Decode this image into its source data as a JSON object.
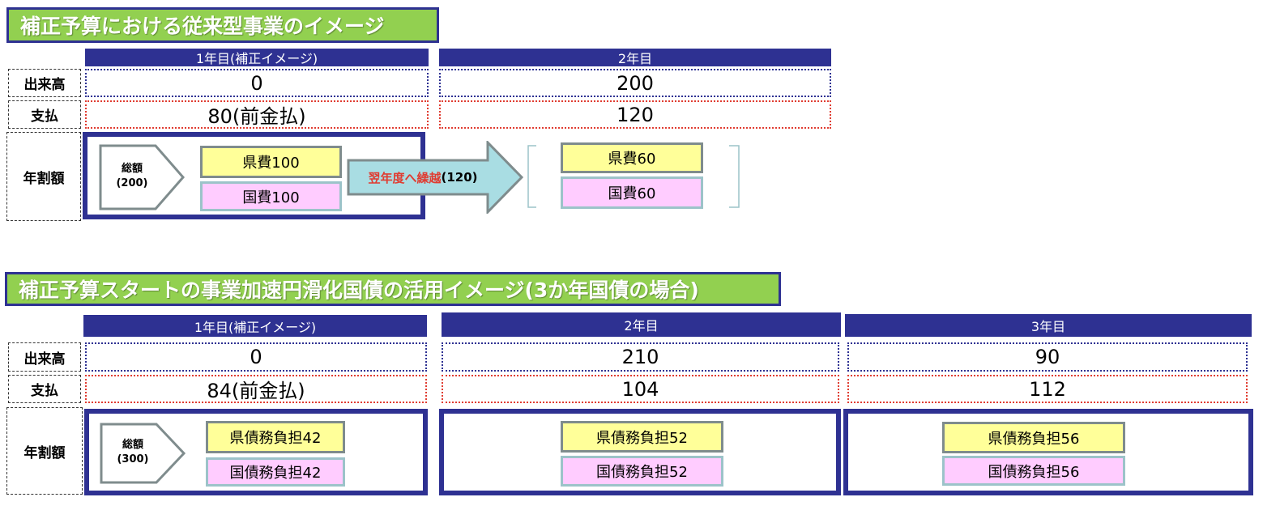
{
  "section1": {
    "title": "補正予算における従来型事業のイメージ",
    "year1_header": "1年目(補正イメージ)",
    "year2_header": "2年目",
    "row_labels": [
      "出来高",
      "支払",
      "年割額"
    ],
    "production": [
      "0",
      "200"
    ],
    "payment": [
      "80(前金払)",
      "120"
    ],
    "total_label": "総額",
    "total_value": "(200)",
    "year1_boxes": [
      "県費100",
      "国費100"
    ],
    "carryover_red": "翌年度へ繰越",
    "carryover_amount": "(120)",
    "year2_boxes": [
      "県費60",
      "国費60"
    ]
  },
  "section2": {
    "title": "補正予算スタートの事業加速円滑化国債の活用イメージ(3か年国債の場合)",
    "headers": [
      "1年目(補正イメージ)",
      "2年目",
      "3年目"
    ],
    "row_labels": [
      "出来高",
      "支払",
      "年割額"
    ],
    "production": [
      "0",
      "210",
      "90"
    ],
    "payment": [
      "84(前金払)",
      "104",
      "112"
    ],
    "total_label": "総額",
    "total_value": "(300)",
    "year1_boxes": [
      "県債務負担42",
      "国債務負担42"
    ],
    "year2_boxes": [
      "県債務負担52",
      "国債務負担52"
    ],
    "year3_boxes": [
      "県債務負担56",
      "国債務負担56"
    ]
  },
  "colors": {
    "title_bg": "#92d050",
    "navy": "#2e3192",
    "prefecture_box": "#ffff99",
    "national_box": "#ffccff",
    "red": "#e03c31"
  }
}
